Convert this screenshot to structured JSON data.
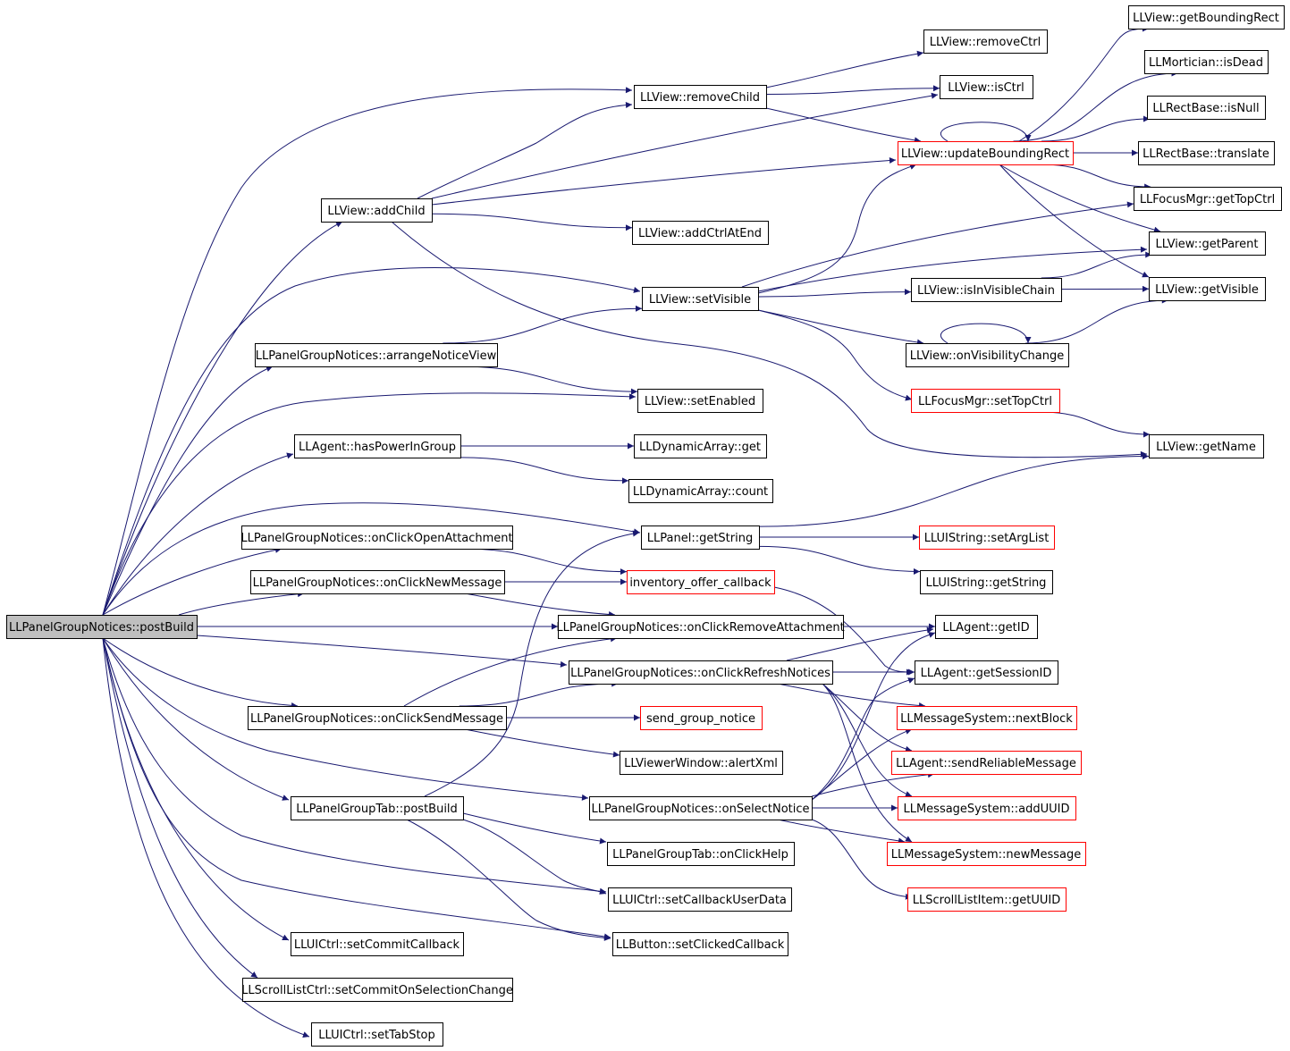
{
  "graph": {
    "colors": {
      "edge": "#191970",
      "box": "#000000",
      "truncated_box": "#ff0000",
      "root_fill": "#bfbfbf",
      "node_fill": "#ffffff"
    },
    "nodes": [
      {
        "id": "postBuild",
        "label": "LLPanelGroupNotices::postBuild",
        "kind": "root"
      },
      {
        "id": "addChild",
        "label": "LLView::addChild",
        "kind": "normal"
      },
      {
        "id": "removeChild",
        "label": "LLView::removeChild",
        "kind": "normal"
      },
      {
        "id": "removeCtrl",
        "label": "LLView::removeCtrl",
        "kind": "normal"
      },
      {
        "id": "isCtrl",
        "label": "LLView::isCtrl",
        "kind": "normal"
      },
      {
        "id": "getBoundingRect",
        "label": "LLView::getBoundingRect",
        "kind": "normal"
      },
      {
        "id": "isDead",
        "label": "LLMortician::isDead",
        "kind": "normal"
      },
      {
        "id": "isNull",
        "label": "LLRectBase::isNull",
        "kind": "normal"
      },
      {
        "id": "updateBoundingRect",
        "label": "LLView::updateBoundingRect",
        "kind": "truncated"
      },
      {
        "id": "translate",
        "label": "LLRectBase::translate",
        "kind": "normal"
      },
      {
        "id": "getTopCtrl",
        "label": "LLFocusMgr::getTopCtrl",
        "kind": "normal"
      },
      {
        "id": "addCtrlAtEnd",
        "label": "LLView::addCtrlAtEnd",
        "kind": "normal"
      },
      {
        "id": "getParent",
        "label": "LLView::getParent",
        "kind": "normal"
      },
      {
        "id": "setVisible",
        "label": "LLView::setVisible",
        "kind": "normal"
      },
      {
        "id": "isInVisibleChain",
        "label": "LLView::isInVisibleChain",
        "kind": "normal"
      },
      {
        "id": "getVisible",
        "label": "LLView::getVisible",
        "kind": "normal"
      },
      {
        "id": "arrangeNoticeView",
        "label": "LLPanelGroupNotices::arrangeNoticeView",
        "kind": "normal"
      },
      {
        "id": "onVisibilityChange",
        "label": "LLView::onVisibilityChange",
        "kind": "normal"
      },
      {
        "id": "setEnabled",
        "label": "LLView::setEnabled",
        "kind": "normal"
      },
      {
        "id": "setTopCtrl",
        "label": "LLFocusMgr::setTopCtrl",
        "kind": "truncated"
      },
      {
        "id": "hasPowerInGroup",
        "label": "LLAgent::hasPowerInGroup",
        "kind": "normal"
      },
      {
        "id": "daGet",
        "label": "LLDynamicArray::get",
        "kind": "normal"
      },
      {
        "id": "getName",
        "label": "LLView::getName",
        "kind": "normal"
      },
      {
        "id": "daCount",
        "label": "LLDynamicArray::count",
        "kind": "normal"
      },
      {
        "id": "onClickOpenAttachment",
        "label": "LLPanelGroupNotices::onClickOpenAttachment",
        "kind": "normal"
      },
      {
        "id": "panelGetString",
        "label": "LLPanel::getString",
        "kind": "normal"
      },
      {
        "id": "setArgList",
        "label": "LLUIString::setArgList",
        "kind": "truncated"
      },
      {
        "id": "onClickNewMessage",
        "label": "LLPanelGroupNotices::onClickNewMessage",
        "kind": "normal"
      },
      {
        "id": "inventoryOffer",
        "label": "inventory_offer_callback",
        "kind": "truncated"
      },
      {
        "id": "uiGetString",
        "label": "LLUIString::getString",
        "kind": "normal"
      },
      {
        "id": "onClickRemoveAttachment",
        "label": "LLPanelGroupNotices::onClickRemoveAttachment",
        "kind": "normal"
      },
      {
        "id": "getID",
        "label": "LLAgent::getID",
        "kind": "normal"
      },
      {
        "id": "onClickRefreshNotices",
        "label": "LLPanelGroupNotices::onClickRefreshNotices",
        "kind": "normal"
      },
      {
        "id": "getSessionID",
        "label": "LLAgent::getSessionID",
        "kind": "normal"
      },
      {
        "id": "onClickSendMessage",
        "label": "LLPanelGroupNotices::onClickSendMessage",
        "kind": "normal"
      },
      {
        "id": "sendGroupNotice",
        "label": "send_group_notice",
        "kind": "truncated"
      },
      {
        "id": "nextBlock",
        "label": "LLMessageSystem::nextBlock",
        "kind": "truncated"
      },
      {
        "id": "alertXml",
        "label": "LLViewerWindow::alertXml",
        "kind": "normal"
      },
      {
        "id": "sendReliableMessage",
        "label": "LLAgent::sendReliableMessage",
        "kind": "truncated"
      },
      {
        "id": "tabPostBuild",
        "label": "LLPanelGroupTab::postBuild",
        "kind": "normal"
      },
      {
        "id": "onSelectNotice",
        "label": "LLPanelGroupNotices::onSelectNotice",
        "kind": "normal"
      },
      {
        "id": "addUUID",
        "label": "LLMessageSystem::addUUID",
        "kind": "truncated"
      },
      {
        "id": "onClickHelp",
        "label": "LLPanelGroupTab::onClickHelp",
        "kind": "normal"
      },
      {
        "id": "newMessage",
        "label": "LLMessageSystem::newMessage",
        "kind": "truncated"
      },
      {
        "id": "setCallbackUserData",
        "label": "LLUICtrl::setCallbackUserData",
        "kind": "normal"
      },
      {
        "id": "getUUID",
        "label": "LLScrollListItem::getUUID",
        "kind": "truncated"
      },
      {
        "id": "setCommitCallback",
        "label": "LLUICtrl::setCommitCallback",
        "kind": "normal"
      },
      {
        "id": "setClickedCallback",
        "label": "LLButton::setClickedCallback",
        "kind": "normal"
      },
      {
        "id": "setCommitOnSelectionChange",
        "label": "LLScrollListCtrl::setCommitOnSelectionChange",
        "kind": "normal"
      },
      {
        "id": "setTabStop",
        "label": "LLUICtrl::setTabStop",
        "kind": "normal"
      }
    ],
    "edges": [
      [
        "postBuild",
        "addChild"
      ],
      [
        "postBuild",
        "removeChild"
      ],
      [
        "postBuild",
        "setVisible"
      ],
      [
        "postBuild",
        "arrangeNoticeView"
      ],
      [
        "postBuild",
        "setEnabled"
      ],
      [
        "postBuild",
        "hasPowerInGroup"
      ],
      [
        "postBuild",
        "panelGetString"
      ],
      [
        "postBuild",
        "onClickOpenAttachment"
      ],
      [
        "postBuild",
        "onClickNewMessage"
      ],
      [
        "postBuild",
        "onClickRemoveAttachment"
      ],
      [
        "postBuild",
        "onClickRefreshNotices"
      ],
      [
        "postBuild",
        "onClickSendMessage"
      ],
      [
        "postBuild",
        "onSelectNotice"
      ],
      [
        "postBuild",
        "tabPostBuild"
      ],
      [
        "postBuild",
        "setCallbackUserData"
      ],
      [
        "postBuild",
        "setClickedCallback"
      ],
      [
        "postBuild",
        "setCommitCallback"
      ],
      [
        "postBuild",
        "setCommitOnSelectionChange"
      ],
      [
        "postBuild",
        "setTabStop"
      ],
      [
        "addChild",
        "removeChild"
      ],
      [
        "addChild",
        "isCtrl"
      ],
      [
        "addChild",
        "updateBoundingRect"
      ],
      [
        "addChild",
        "addCtrlAtEnd"
      ],
      [
        "addChild",
        "getName"
      ],
      [
        "removeChild",
        "removeCtrl"
      ],
      [
        "removeChild",
        "isCtrl"
      ],
      [
        "removeChild",
        "updateBoundingRect"
      ],
      [
        "updateBoundingRect",
        "getBoundingRect"
      ],
      [
        "updateBoundingRect",
        "isDead"
      ],
      [
        "updateBoundingRect",
        "isNull"
      ],
      [
        "updateBoundingRect",
        "translate"
      ],
      [
        "updateBoundingRect",
        "getTopCtrl"
      ],
      [
        "updateBoundingRect",
        "getParent"
      ],
      [
        "updateBoundingRect",
        "getVisible"
      ],
      [
        "updateBoundingRect",
        "updateBoundingRect"
      ],
      [
        "setVisible",
        "updateBoundingRect"
      ],
      [
        "setVisible",
        "getTopCtrl"
      ],
      [
        "setVisible",
        "getParent"
      ],
      [
        "setVisible",
        "isInVisibleChain"
      ],
      [
        "setVisible",
        "onVisibilityChange"
      ],
      [
        "setVisible",
        "setTopCtrl"
      ],
      [
        "isInVisibleChain",
        "getParent"
      ],
      [
        "isInVisibleChain",
        "getVisible"
      ],
      [
        "onVisibilityChange",
        "getVisible"
      ],
      [
        "onVisibilityChange",
        "onVisibilityChange"
      ],
      [
        "setTopCtrl",
        "getName"
      ],
      [
        "arrangeNoticeView",
        "setVisible"
      ],
      [
        "arrangeNoticeView",
        "setEnabled"
      ],
      [
        "hasPowerInGroup",
        "daGet"
      ],
      [
        "hasPowerInGroup",
        "daCount"
      ],
      [
        "panelGetString",
        "getName"
      ],
      [
        "panelGetString",
        "setArgList"
      ],
      [
        "panelGetString",
        "uiGetString"
      ],
      [
        "onClickOpenAttachment",
        "inventoryOffer"
      ],
      [
        "onClickNewMessage",
        "inventoryOffer"
      ],
      [
        "onClickNewMessage",
        "onClickRemoveAttachment"
      ],
      [
        "inventoryOffer",
        "getSessionID"
      ],
      [
        "onClickRemoveAttachment",
        "getID"
      ],
      [
        "onClickRefreshNotices",
        "getID"
      ],
      [
        "onClickRefreshNotices",
        "getSessionID"
      ],
      [
        "onClickRefreshNotices",
        "nextBlock"
      ],
      [
        "onClickRefreshNotices",
        "sendReliableMessage"
      ],
      [
        "onClickRefreshNotices",
        "addUUID"
      ],
      [
        "onClickRefreshNotices",
        "newMessage"
      ],
      [
        "onClickSendMessage",
        "onClickRemoveAttachment"
      ],
      [
        "onClickSendMessage",
        "onClickRefreshNotices"
      ],
      [
        "onClickSendMessage",
        "sendGroupNotice"
      ],
      [
        "onClickSendMessage",
        "alertXml"
      ],
      [
        "tabPostBuild",
        "panelGetString"
      ],
      [
        "tabPostBuild",
        "onClickHelp"
      ],
      [
        "tabPostBuild",
        "setCallbackUserData"
      ],
      [
        "tabPostBuild",
        "setClickedCallback"
      ],
      [
        "onSelectNotice",
        "getID"
      ],
      [
        "onSelectNotice",
        "getSessionID"
      ],
      [
        "onSelectNotice",
        "nextBlock"
      ],
      [
        "onSelectNotice",
        "sendReliableMessage"
      ],
      [
        "onSelectNotice",
        "addUUID"
      ],
      [
        "onSelectNotice",
        "newMessage"
      ],
      [
        "onSelectNotice",
        "getUUID"
      ]
    ]
  }
}
